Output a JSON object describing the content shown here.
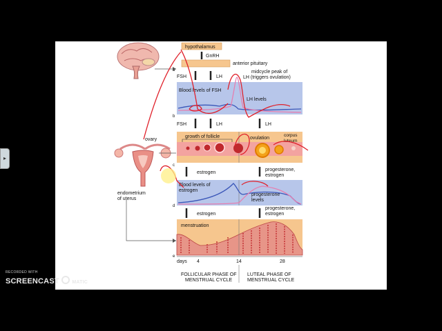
{
  "figure": {
    "hypothalamus": "hypothalamus",
    "gnrh": "GnRH",
    "anterior_pituitary": "anterior pituitary",
    "fsh": "FSH",
    "lh": "LH",
    "midcycle_line1": "midcycle peak of",
    "midcycle_line2": "LH (triggers ovulation)",
    "blood_fsh": "Blood levels of FSH",
    "lh_levels": "LH levels",
    "growth_follicle": "growth of follicle",
    "ovulation": "ovulation",
    "corpus": "corpus",
    "luteum": "luteum",
    "ovary": "ovary",
    "estrogen": "estrogen",
    "progesterone_estrogen_1a": "progesterone,",
    "progesterone_estrogen_1b": "estrogen",
    "blood_estrogen_1": "Blood levels of",
    "blood_estrogen_2": "estrogen",
    "progesterone_levels_1": "progesterone",
    "progesterone_levels_2": "levels",
    "endometrium_1": "endometrium",
    "endometrium_2": "of uterus",
    "estrogen_2": "estrogen",
    "progesterone_estrogen_2a": "progesterone,",
    "progesterone_estrogen_2b": "estrogen",
    "menstruation": "menstruation",
    "days": "days",
    "day_4": "4",
    "day_14": "14",
    "day_28": "28",
    "follicular_1": "FOLLICULAR PHASE OF",
    "follicular_2": "MENSTRUAL CYCLE",
    "luteal_1": "LUTEAL PHASE OF",
    "luteal_2": "MENSTRUAL CYCLE",
    "letters": [
      "a",
      "b",
      "c",
      "d",
      "e"
    ]
  },
  "watermark": {
    "recorded_with": "RECORDED WITH",
    "brand": "SCREENCAST",
    "brand_suffix": "MATIC"
  },
  "colors": {
    "panel_blue": "#b7c6ea",
    "panel_orange": "#f6c68e",
    "fsh_line": "#3a56b8",
    "lh_line": "#e57fb0",
    "annotation_red": "#e0202a",
    "menstrual_red": "#c0292d"
  }
}
